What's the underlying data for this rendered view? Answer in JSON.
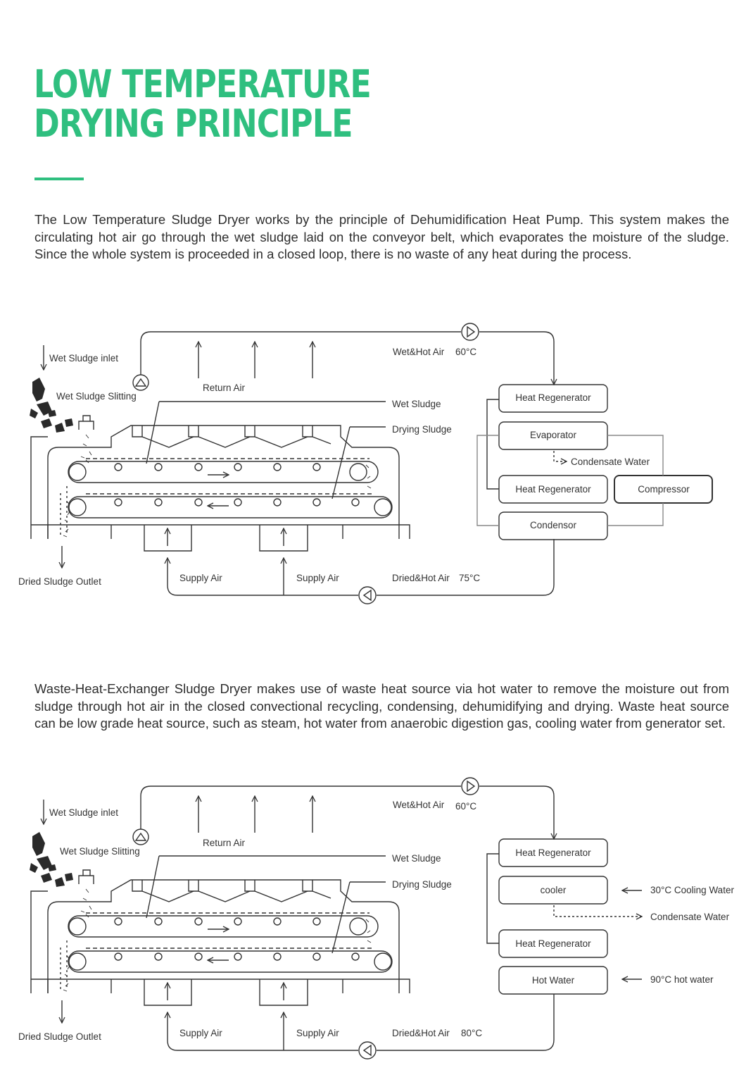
{
  "title": {
    "line1": "LOW TEMPERATURE",
    "line2": "DRYING PRINCIPLE"
  },
  "accent_color": "#2fbf7f",
  "intro_paragraph": "The Low Temperature Sludge Dryer works by the principle of Dehumidification Heat Pump. This system makes the circulating hot air go through the wet sludge laid on the conveyor belt, which evaporates the moisture of the sludge. Since the whole system is proceeded in a closed loop, there is no waste of any heat during the process.",
  "second_paragraph": "Waste-Heat-Exchanger Sludge Dryer makes use of waste heat source via hot water to remove the moisture out from sludge through hot air in the closed convectional recycling, condensing, dehumidifying and drying. Waste heat source can be low grade heat source, such as steam, hot water from anaerobic digestion gas, cooling water from generator set.",
  "diagram1": {
    "wet_sludge_inlet": "Wet Sludge inlet",
    "wet_sludge_slitting": "Wet Sludge Slitting",
    "return_air": "Return Air",
    "wet_hot_air": "Wet&Hot Air",
    "wet_hot_air_temp": "60°C",
    "wet_sludge": "Wet Sludge",
    "drying_sludge": "Drying Sludge",
    "heat_regenerator_1": "Heat Regenerator",
    "evaporator": "Evaporator",
    "condensate_water": "Condensate Water",
    "heat_regenerator_2": "Heat Regenerator",
    "compressor": "Compressor",
    "condensor": "Condensor",
    "dried_sludge_outlet": "Dried Sludge Outlet",
    "supply_air_1": "Supply Air",
    "supply_air_2": "Supply Air",
    "dried_hot_air": "Dried&Hot Air",
    "dried_hot_air_temp": "75°C"
  },
  "diagram2": {
    "wet_sludge_inlet": "Wet Sludge inlet",
    "wet_sludge_slitting": "Wet Sludge Slitting",
    "return_air": "Return Air",
    "wet_hot_air": "Wet&Hot Air",
    "wet_hot_air_temp": "60°C",
    "wet_sludge": "Wet Sludge",
    "drying_sludge": "Drying Sludge",
    "heat_regenerator_1": "Heat Regenerator",
    "cooler": "cooler",
    "cooling_water_in": "30°C  Cooling Water",
    "condensate_water": "Condensate Water",
    "heat_regenerator_2": "Heat Regenerator",
    "hot_water": "Hot Water",
    "hot_water_in": "90°C hot water",
    "dried_sludge_outlet": "Dried Sludge Outlet",
    "supply_air_1": "Supply Air",
    "supply_air_2": "Supply Air",
    "dried_hot_air": "Dried&Hot Air",
    "dried_hot_air_temp": "80°C"
  }
}
